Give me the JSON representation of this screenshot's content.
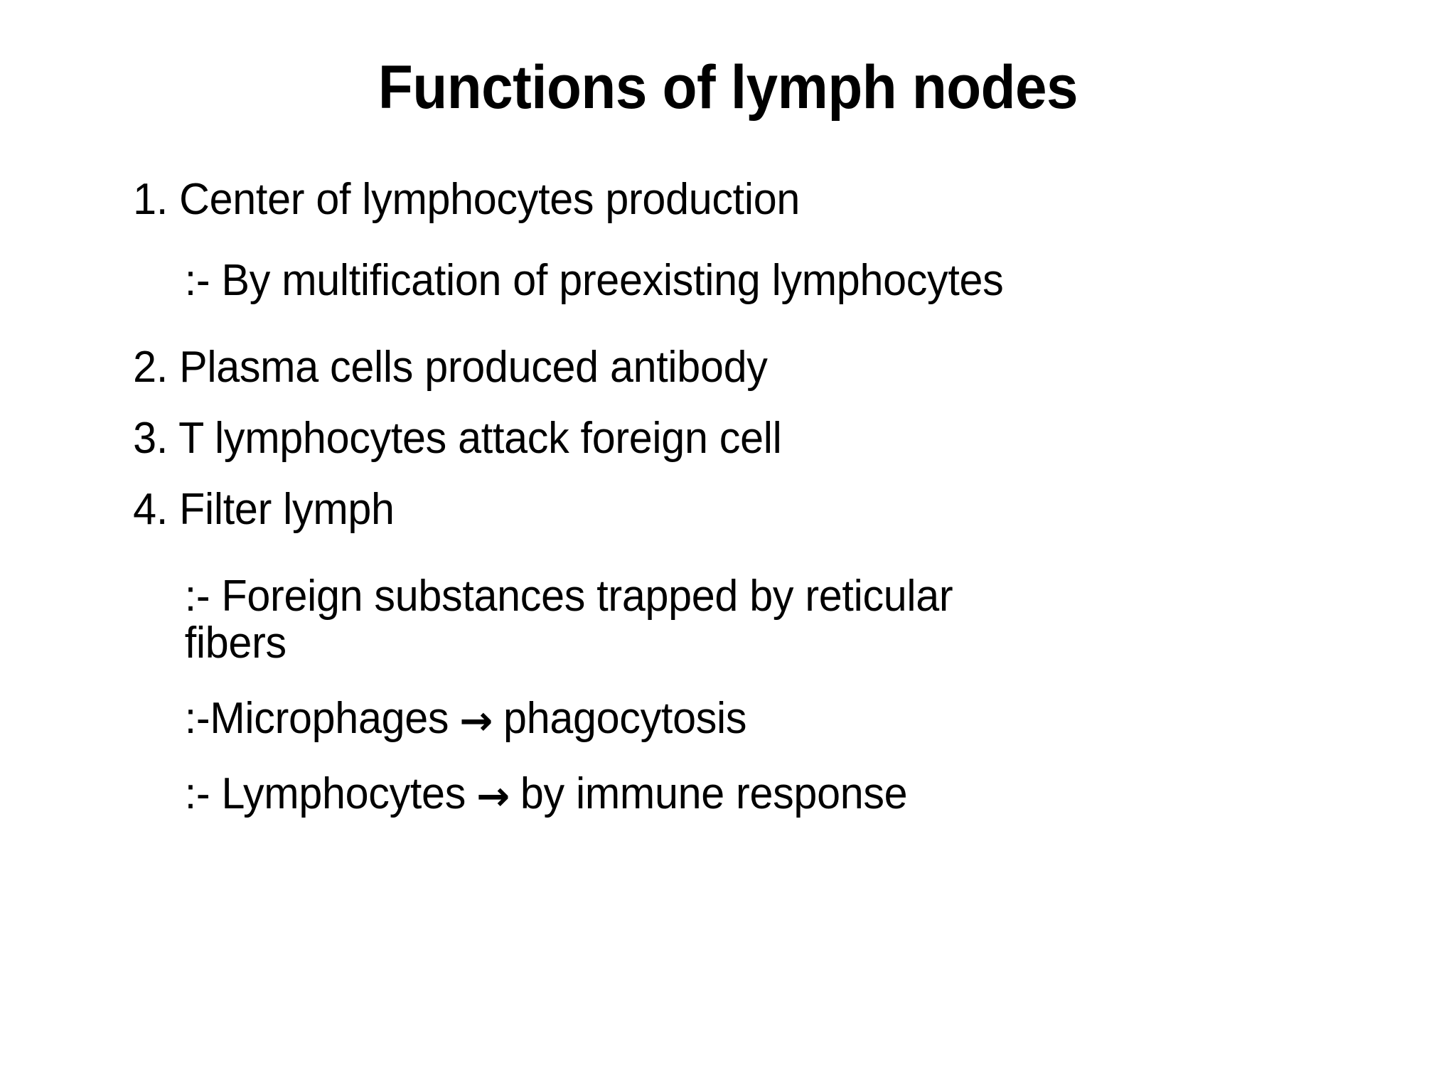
{
  "slide": {
    "title": "Functions of lymph nodes",
    "background_color": "#ffffff",
    "text_color": "#000000",
    "lines": [
      {
        "id": "item-1",
        "level": 1,
        "text": "1. Center of lymphocytes production"
      },
      {
        "id": "item-1-sub-1",
        "level": 2,
        "text": ":- By multification of preexisting lymphocytes"
      },
      {
        "id": "item-2",
        "level": 1,
        "text": "2. Plasma cells produced antibody"
      },
      {
        "id": "item-3",
        "level": 1,
        "text": "3. T lymphocytes attack foreign cell"
      },
      {
        "id": "item-4",
        "level": 1,
        "text": "4. Filter lymph"
      },
      {
        "id": "item-4-sub-1",
        "level": 2,
        "text": ":- Foreign substances trapped by reticular"
      },
      {
        "id": "item-4-sub-1-wrap",
        "level": 2,
        "text": "fibers"
      },
      {
        "id": "item-4-sub-2-pre",
        "level": 2,
        "text": ":-Microphages "
      },
      {
        "id": "item-4-sub-2-post",
        "level": 2,
        "text": " phagocytosis"
      },
      {
        "id": "item-4-sub-3-pre",
        "level": 2,
        "text": ":- Lymphocytes "
      },
      {
        "id": "item-4-sub-3-post",
        "level": 2,
        "text": " by immune response"
      }
    ],
    "icons": {
      "arrow": "right-arrow-icon",
      "arrow_glyph": "→"
    }
  }
}
